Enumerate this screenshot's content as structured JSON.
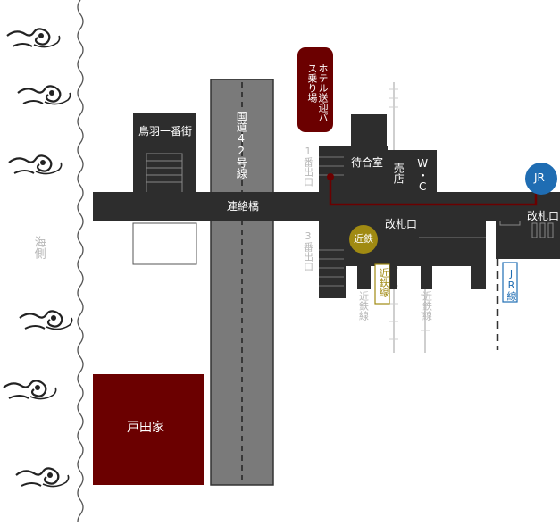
{
  "map": {
    "colors": {
      "structure": "#2d2d2d",
      "road": "#7a7a7a",
      "accent": "#6b0000",
      "kintetsu": "#a08a12",
      "jr": "#1f6db3",
      "track": "#cfcfcf",
      "wave": "#222222"
    },
    "sea_label": "海側",
    "toba_ichibangai": "鳥羽一番街",
    "route42": "国道42号線",
    "bridge": "連絡橋",
    "bus_stop": "ホテル送迎バス乗り場",
    "exit1": "1番出口",
    "exit3": "3番出口",
    "waiting_room": "待合室",
    "shop": "売店",
    "wc": "W・C",
    "kintetsu_badge": "近鉄",
    "kintetsu_gate": "改札口",
    "jr_badge": "JR",
    "jr_gate": "改札口",
    "kintetsu_line_a": "近鉄線",
    "kintetsu_line_b": "近鉄線",
    "kintetsu_line_c": "近鉄線",
    "jr_line": "JR線",
    "toda_house": "戸田家",
    "wave_icon_name": "wave-icon"
  }
}
